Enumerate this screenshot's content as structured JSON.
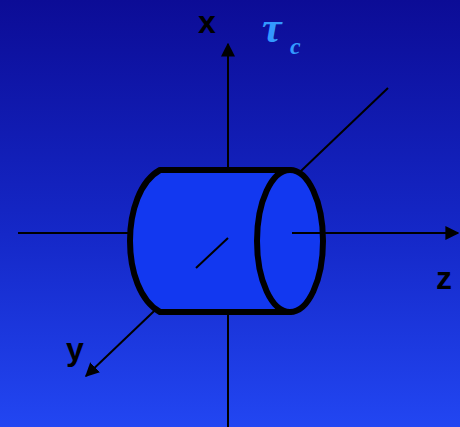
{
  "diagram": {
    "labels": [
      "x",
      "y",
      "z",
      "τ",
      "c"
    ]
  }
}
